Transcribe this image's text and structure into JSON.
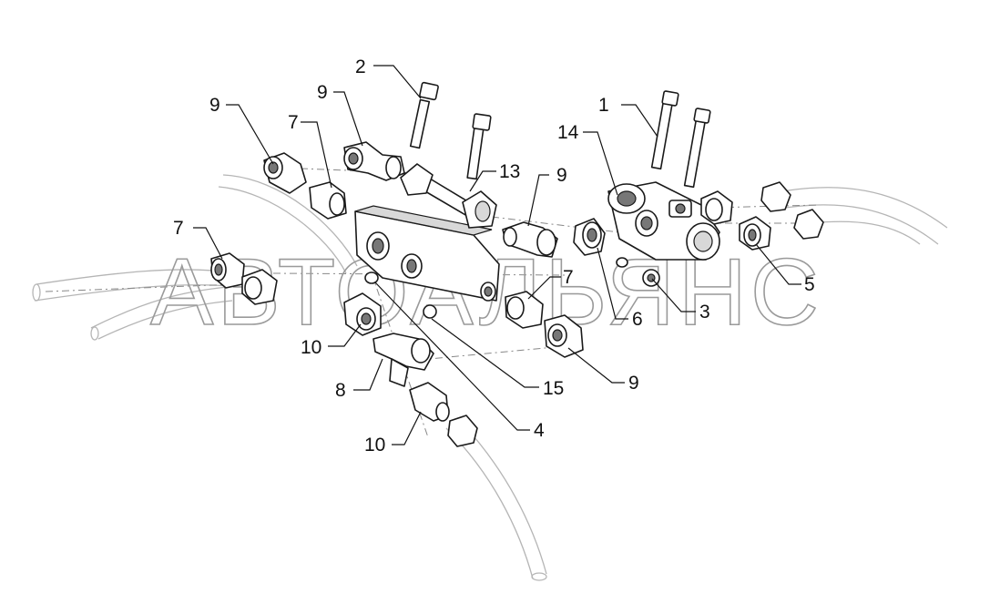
{
  "watermark": "АВТОАЛЬЯНС",
  "callouts": {
    "c1": "1",
    "c2": "2",
    "c3": "3",
    "c4": "4",
    "c5": "5",
    "c6": "6",
    "c7a": "7",
    "c7b": "7",
    "c7c": "7",
    "c8": "8",
    "c9a": "9",
    "c9b": "9",
    "c9c": "9",
    "c9d": "9",
    "c10a": "10",
    "c10b": "10",
    "c13": "13",
    "c14": "14",
    "c15": "15"
  }
}
